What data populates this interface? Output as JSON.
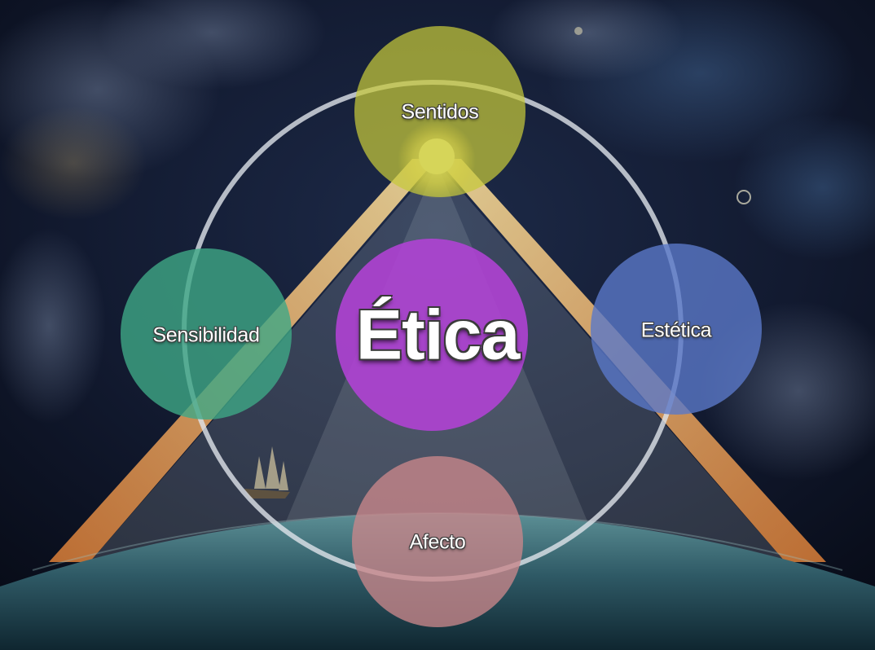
{
  "diagram": {
    "center": {
      "label": "Ética",
      "color": "#b342d6"
    },
    "nodes": [
      {
        "id": "top",
        "label": "Sentidos",
        "color": "#c6c93a"
      },
      {
        "id": "right",
        "label": "Estética",
        "color": "#5a78c8"
      },
      {
        "id": "bottom",
        "label": "Afecto",
        "color": "#c9878b"
      },
      {
        "id": "left",
        "label": "Sensibilidad",
        "color": "#3ea886"
      }
    ],
    "ring_color": "#dfe3ea"
  }
}
